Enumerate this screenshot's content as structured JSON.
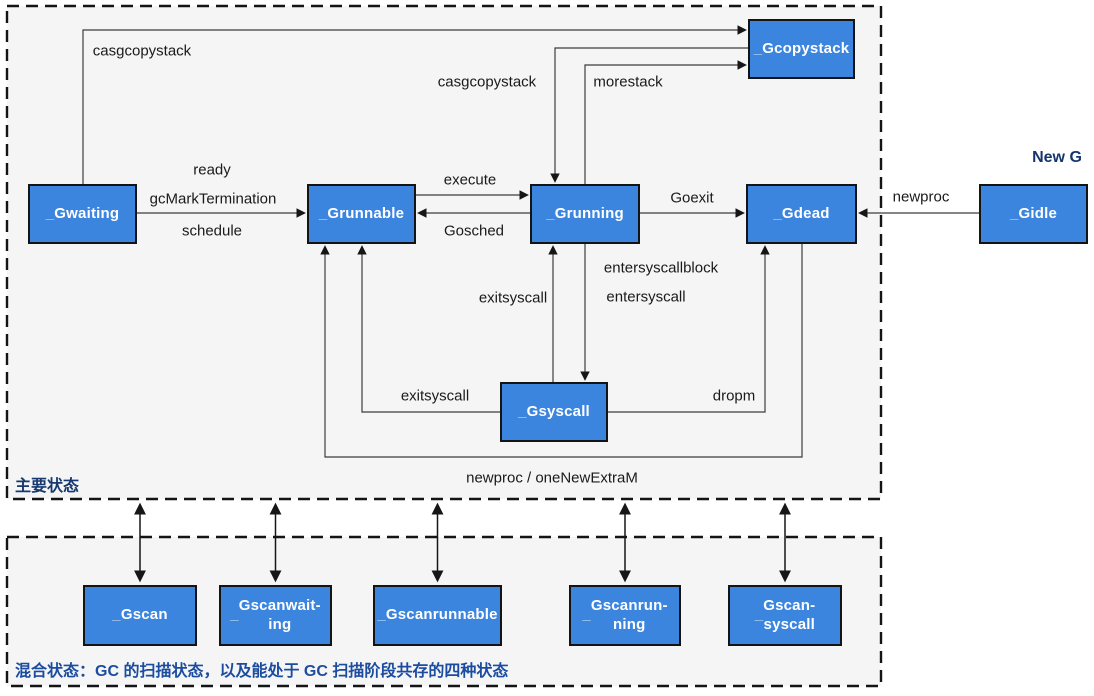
{
  "colors": {
    "page_bg": "#FFFFFF",
    "panel_bg": "#F5F5F6",
    "box_fill": "#3C85DF",
    "box_border": "#141414",
    "line": "#3C3C3C",
    "arrow": "#161616",
    "text": "#1A1A1A",
    "section_label": "#17396F",
    "caption_text": "#1B4C9F",
    "new_g_text": "#15356E"
  },
  "sections": {
    "main": {
      "label": "主要状态"
    },
    "mixed": {
      "label": "混合状态：GC 的扫描状态，以及能处于 GC 扫描阶段共存的四种状态"
    }
  },
  "annotations": {
    "new_g": "New G"
  },
  "states": {
    "gwaiting": {
      "label": "_Gwaiting"
    },
    "grunnable": {
      "label": "_Grunnable"
    },
    "grunning": {
      "label": "_Grunning"
    },
    "gdead": {
      "label": "_Gdead"
    },
    "gidle": {
      "label": "_Gidle"
    },
    "gcopystack": {
      "label": "_Gcopystack"
    },
    "gsyscall": {
      "label": "_Gsyscall"
    }
  },
  "scan_states": {
    "gscan": {
      "label": "_Gscan"
    },
    "gscanwaiting": {
      "label": "_Gscanwait-\ning"
    },
    "gscanrunnable": {
      "label": "_Gscanrunnable"
    },
    "gscanrunning": {
      "label": "_Gscanrun-\nning"
    },
    "gscansyscall": {
      "label": "_Gscan-\nsyscall"
    }
  },
  "transitions": {
    "casgcopystack_from_waiting": "casgcopystack",
    "casgcopystack_to_running": "casgcopystack",
    "morestack": "morestack",
    "ready": "ready",
    "gc_mark_termination": "gcMarkTermination",
    "schedule": "schedule",
    "execute": "execute",
    "gosched": "Gosched",
    "goexit": "Goexit",
    "newproc": "newproc",
    "entersyscallblock": "entersyscallblock",
    "entersyscall": "entersyscall",
    "exitsyscall_to_running": "exitsyscall",
    "exitsyscall_to_runnable": "exitsyscall",
    "dropm": "dropm",
    "newproc_onenewextram": "newproc / oneNewExtraM"
  }
}
